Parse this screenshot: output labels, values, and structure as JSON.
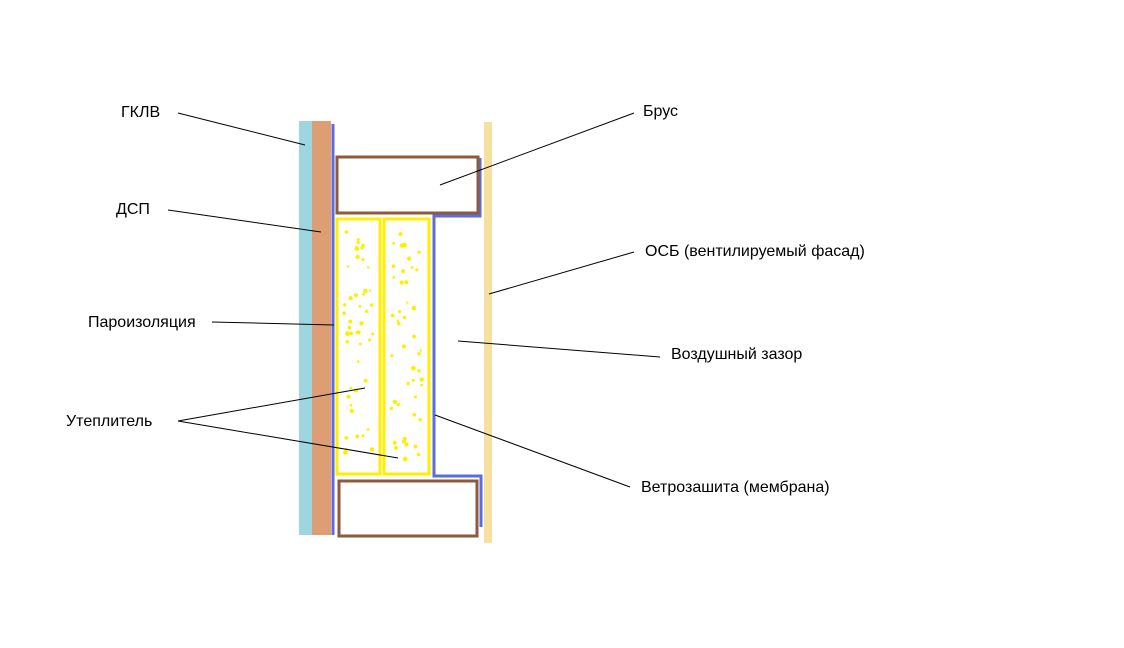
{
  "labels": {
    "gklv": "ГКЛВ",
    "dsp": "ДСП",
    "vapor_barrier": "Пароизоляция",
    "insulation": "Утеплитель",
    "beam": "Брус",
    "osb": "ОСБ (вентилируемый фасад)",
    "air_gap": "Воздушный зазор",
    "wind_barrier": "Ветрозашита (мембрана)"
  },
  "colors": {
    "gklv": "#9dd6df",
    "dsp": "#dd9e74",
    "membrane": "#5a6cde",
    "beam": "#8c5a3c",
    "insulation": "#ffee00",
    "osb": "#f6e0a0",
    "leader": "#000000"
  }
}
